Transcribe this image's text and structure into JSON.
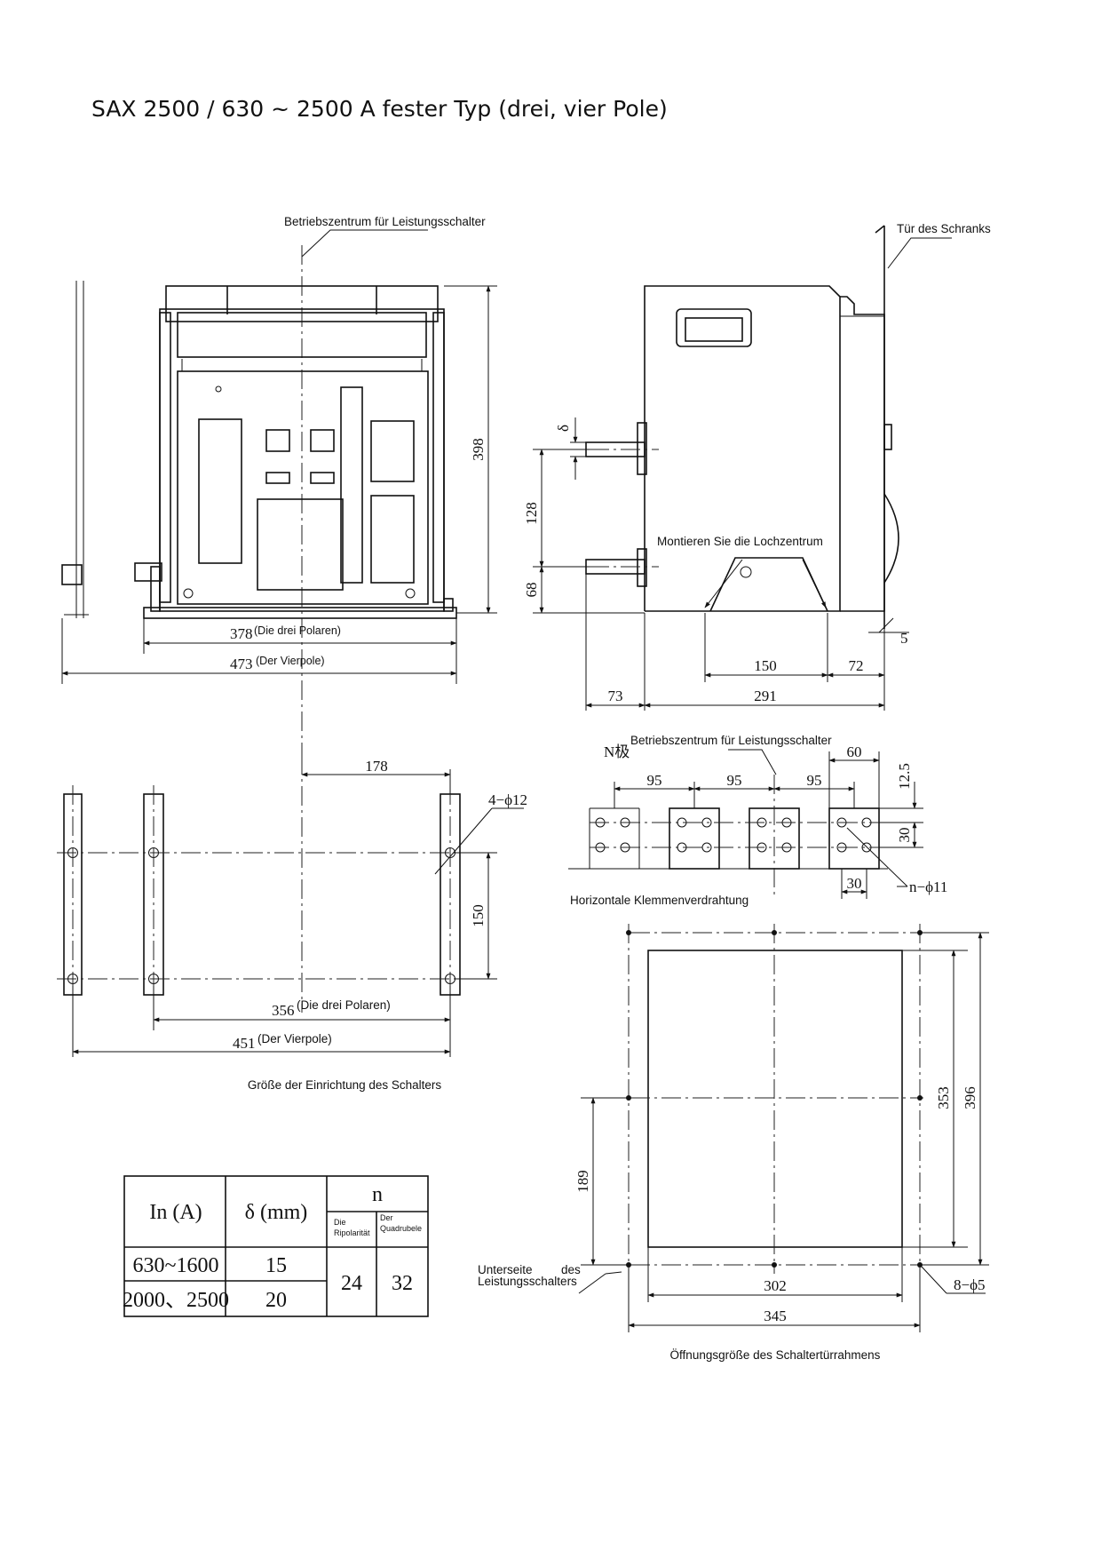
{
  "title": "SAX 2500 / 630 ~ 2500 A fester Typ (drei, vier Pole)",
  "labels": {
    "breaker_center_top": "Betriebszentrum für Leistungsschalter",
    "cabinet_door": "Tür des Schranks",
    "mount_hole_center": "Montieren Sie die Lochzentrum",
    "breaker_center_terminals": "Betriebszentrum für Leistungsschalter",
    "n_pole": "N极",
    "horizontal_wiring": "Horizontale Klemmenverdrahtung",
    "mounting_size": "Größe der Einrichtung des Schalters",
    "breaker_bottom_line1": "Unterseite",
    "breaker_bottom_line1b": "des",
    "breaker_bottom_line2": "Leistungsschalters",
    "door_frame_opening": "Öffnungsgröße des Schaltertürrahmens"
  },
  "dims": {
    "front_height": "398",
    "front_w3": "378",
    "front_w3_note": "(Die drei Polaren)",
    "front_w4": "473",
    "front_w4_note": "(Der Vierpole)",
    "side_delta": "δ",
    "side_128": "128",
    "side_68": "68",
    "side_5": "5",
    "side_150": "150",
    "side_72": "72",
    "side_73": "73",
    "side_291": "291",
    "mount_178": "178",
    "mount_holes": "4−ϕ12",
    "mount_150": "150",
    "mount_356": "356",
    "mount_356_note": "(Die drei Polaren)",
    "mount_451": "451",
    "mount_451_note": "(Der Vierpole)",
    "term_60": "60",
    "term_12_5": "12.5",
    "term_95a": "95",
    "term_95b": "95",
    "term_95c": "95",
    "term_30v": "30",
    "term_30h": "30",
    "term_holes": "n−ϕ11",
    "door_353": "353",
    "door_396": "396",
    "door_189": "189",
    "door_302": "302",
    "door_345": "345",
    "door_holes": "8−ϕ5"
  },
  "table": {
    "h_in": "In (A)",
    "h_delta": "δ (mm)",
    "h_n": "n",
    "h_n_bipolar": [
      "Die",
      "Ripolarität"
    ],
    "h_n_quad": [
      "Der",
      "Quadrubele"
    ],
    "rows": [
      {
        "in": "630~1600",
        "delta": "15"
      },
      {
        "in": "2000、2500",
        "delta": "20"
      }
    ],
    "n_bipolar": "24",
    "n_quad": "32"
  }
}
